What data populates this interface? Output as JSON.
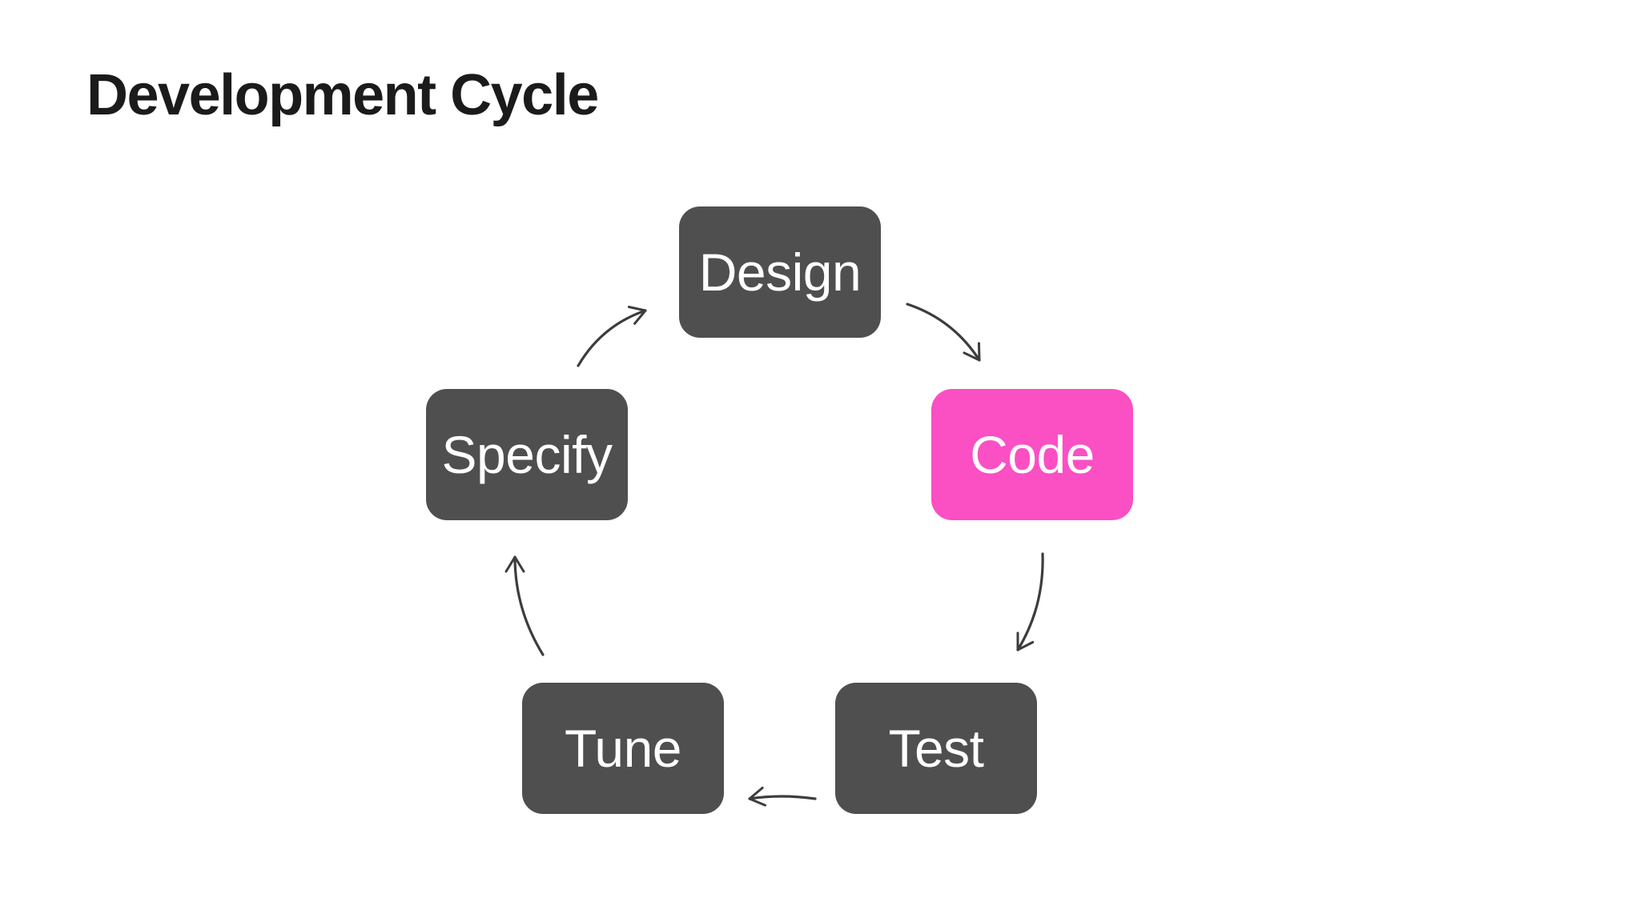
{
  "slide": {
    "title": "Development Cycle"
  },
  "colors": {
    "background": "#ffffff",
    "title_text": "#1b1b1b",
    "node_fill": "#4f4f4f",
    "accent_fill": "#fb4fc4",
    "node_text": "#ffffff",
    "arrow": "#3d3d3d"
  },
  "diagram": {
    "type": "cycle",
    "nodes": [
      {
        "id": "design",
        "label": "Design",
        "accent": false
      },
      {
        "id": "code",
        "label": "Code",
        "accent": true
      },
      {
        "id": "test",
        "label": "Test",
        "accent": false
      },
      {
        "id": "tune",
        "label": "Tune",
        "accent": false
      },
      {
        "id": "specify",
        "label": "Specify",
        "accent": false
      }
    ],
    "arrows": [
      {
        "from": "specify",
        "to": "design"
      },
      {
        "from": "design",
        "to": "code"
      },
      {
        "from": "code",
        "to": "test"
      },
      {
        "from": "test",
        "to": "tune"
      },
      {
        "from": "tune",
        "to": "specify"
      }
    ]
  }
}
